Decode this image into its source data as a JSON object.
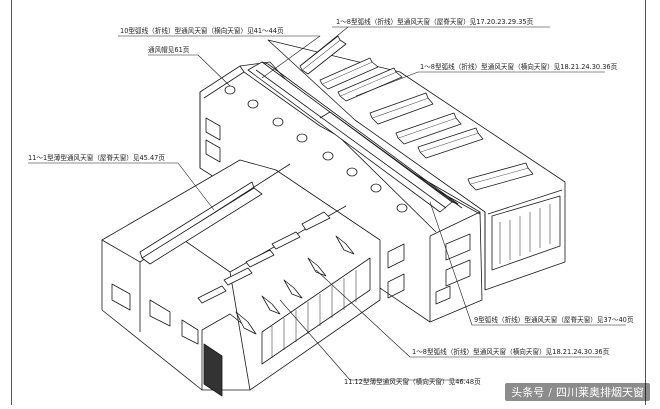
{
  "labels": {
    "l1": "10型弧线（折线）型通风天窗（横向天窗）见41～44页",
    "l2": "1～8型弧线（折线）型通风天窗（屋脊天窗）见17.20.23.29.35页",
    "l3": "通风帽见61页",
    "l4": "1～8型弧线（折线）型通风天窗（横向天窗）见18.21.24.30.36页",
    "l5": "11～1型薄型通风天窗（屋脊天窗）见45.47页",
    "l6": "9型弧线（折线）型通风天窗（屋脊天窗）见37～40页",
    "l7": "1～8型弧线（折线）型通风天窗（横向天窗）见18.21.24.30.36页",
    "l8": "11.12型薄型通风天窗（横向天窗）见46.48页"
  },
  "watermark": {
    "platform": "头条号",
    "separator": "/",
    "account": "四川莱奥排烟天窗"
  },
  "colors": {
    "line": "#1a1a1a",
    "paper": "#ffffff"
  }
}
